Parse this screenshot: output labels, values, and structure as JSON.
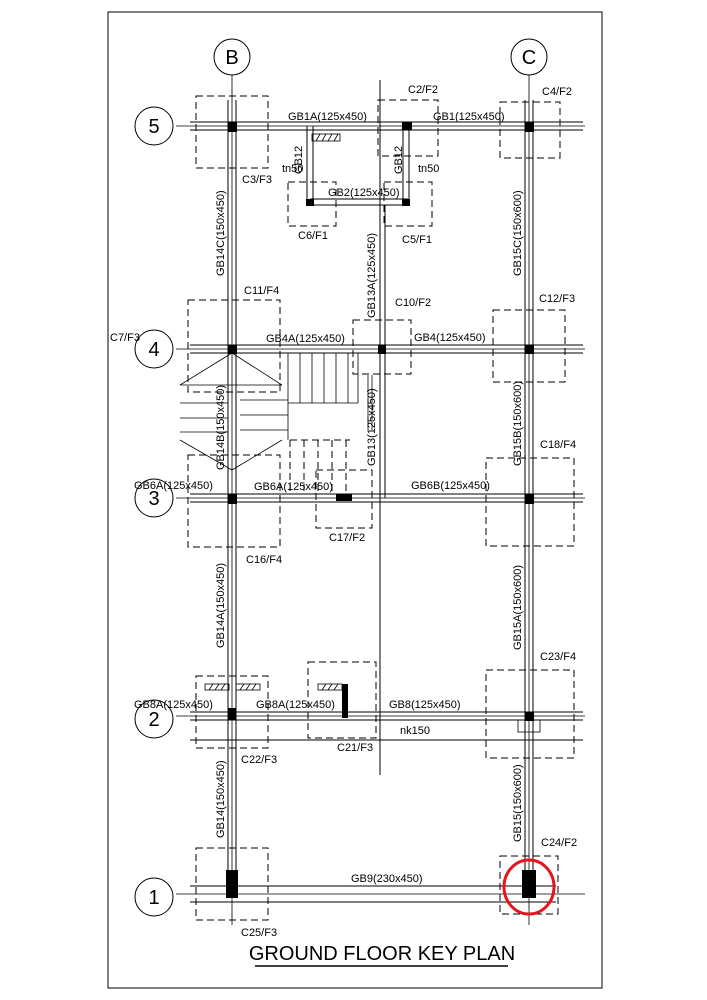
{
  "title": "GROUND FLOOR KEY PLAN",
  "grid": {
    "B": "B",
    "C": "C",
    "r1": "1",
    "r2": "2",
    "r3": "3",
    "r4": "4",
    "r5": "5"
  },
  "columns": {
    "c2": "C2/F2",
    "c3": "C3/F3",
    "c4": "C4/F2",
    "c5": "C5/F1",
    "c6": "C6/F1",
    "c7": "C7/F3",
    "c10": "C10/F2",
    "c11": "C11/F4",
    "c12": "C12/F3",
    "c16": "C16/F4",
    "c17": "C17/F2",
    "c18": "C18/F4",
    "c21": "C21/F3",
    "c22": "C22/F3",
    "c23": "C23/F4",
    "c24": "C24/F2",
    "c25": "C25/F3"
  },
  "beams": {
    "gb1a": "GB1A(125x450)",
    "gb1": "GB1(125x450)",
    "gb2": "GB2(125x450)",
    "gb12a": "GB12",
    "gb12b": "GB12",
    "tn50a": "tn50",
    "tn50b": "tn50",
    "gb14c": "GB14C(150x450)",
    "gb13a": "GB13A(125x450)",
    "gb15c": "GB15C(150x600)",
    "gb4a": "GB4A(125x450)",
    "gb4": "GB4(125x450)",
    "gb14b": "GB14B(150x450)",
    "gb13": "GB13(125x450)",
    "gb15b": "GB15B(150x600)",
    "gb6a1": "GB6A(125x450)",
    "gb6a2": "GB6A(125x450)",
    "gb6b": "GB6B(125x450)",
    "gb14a": "GB14A(150x450)",
    "gb15a": "GB15A(150x600)",
    "gb8a1": "GB8A(125x450)",
    "gb8a2": "GB8A(125x450)",
    "gb8": "GB8(125x450)",
    "nk150": "nk150",
    "gb14": "GB14(150x450)",
    "gb15": "GB15(150x600)",
    "gb9": "GB9(230x450)"
  },
  "highlight_color": "#e8141c"
}
